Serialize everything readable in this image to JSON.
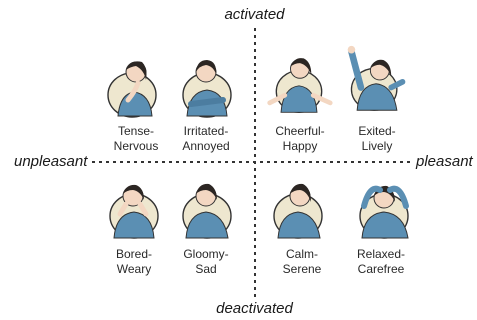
{
  "axes": {
    "top": "activated",
    "bottom": "deactivated",
    "left": "unpleasant",
    "right": "pleasant"
  },
  "colors": {
    "shirt": "#5b8fb3",
    "skin": "#f3d7c2",
    "hair": "#2c2623",
    "halo": "#eee7cf",
    "line": "#333333"
  },
  "moods": [
    {
      "line1": "Tense-",
      "line2": "Nervous",
      "icon": "tense-person-icon"
    },
    {
      "line1": "Irritated-",
      "line2": "Annoyed",
      "icon": "irritated-person-icon"
    },
    {
      "line1": "Cheerful-",
      "line2": "Happy",
      "icon": "cheerful-person-icon"
    },
    {
      "line1": "Exited-",
      "line2": "Lively",
      "icon": "excited-person-icon"
    },
    {
      "line1": "Bored-",
      "line2": "Weary",
      "icon": "bored-person-icon"
    },
    {
      "line1": "Gloomy-",
      "line2": "Sad",
      "icon": "gloomy-person-icon"
    },
    {
      "line1": "Calm-",
      "line2": "Serene",
      "icon": "calm-person-icon"
    },
    {
      "line1": "Relaxed-",
      "line2": "Carefree",
      "icon": "relaxed-person-icon"
    }
  ]
}
